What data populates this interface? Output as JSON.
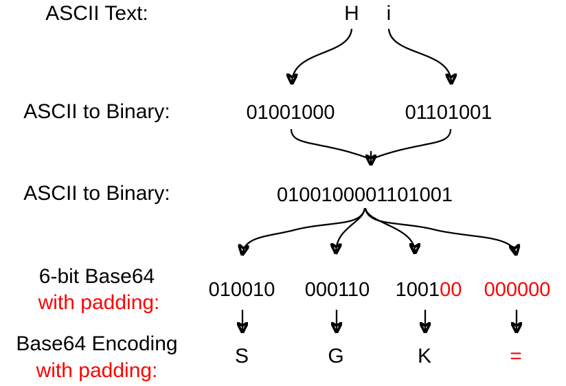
{
  "colors": {
    "padding_red": "#ff0000",
    "text_black": "#000000",
    "background": "#ffffff"
  },
  "labels": {
    "row1": "ASCII Text:",
    "row2": "ASCII to Binary:",
    "row3": "ASCII to Binary:",
    "row4_line1": "6-bit Base64",
    "row4_line2": "with padding:",
    "row5_line1": "Base64 Encoding",
    "row5_line2": "with padding:"
  },
  "ascii": {
    "chars": [
      "H",
      "i"
    ]
  },
  "binary": {
    "bytes": [
      "01001000",
      "01101001"
    ],
    "combined": "0100100001101001"
  },
  "base64": {
    "groups": [
      {
        "bits": "010010",
        "padding": ""
      },
      {
        "bits": "000110",
        "padding": ""
      },
      {
        "bits": "1001",
        "padding": "00"
      },
      {
        "bits": "",
        "padding": "000000"
      }
    ],
    "chars": [
      {
        "value": "S"
      },
      {
        "value": "G"
      },
      {
        "value": "K"
      },
      {
        "value": "="
      }
    ]
  }
}
